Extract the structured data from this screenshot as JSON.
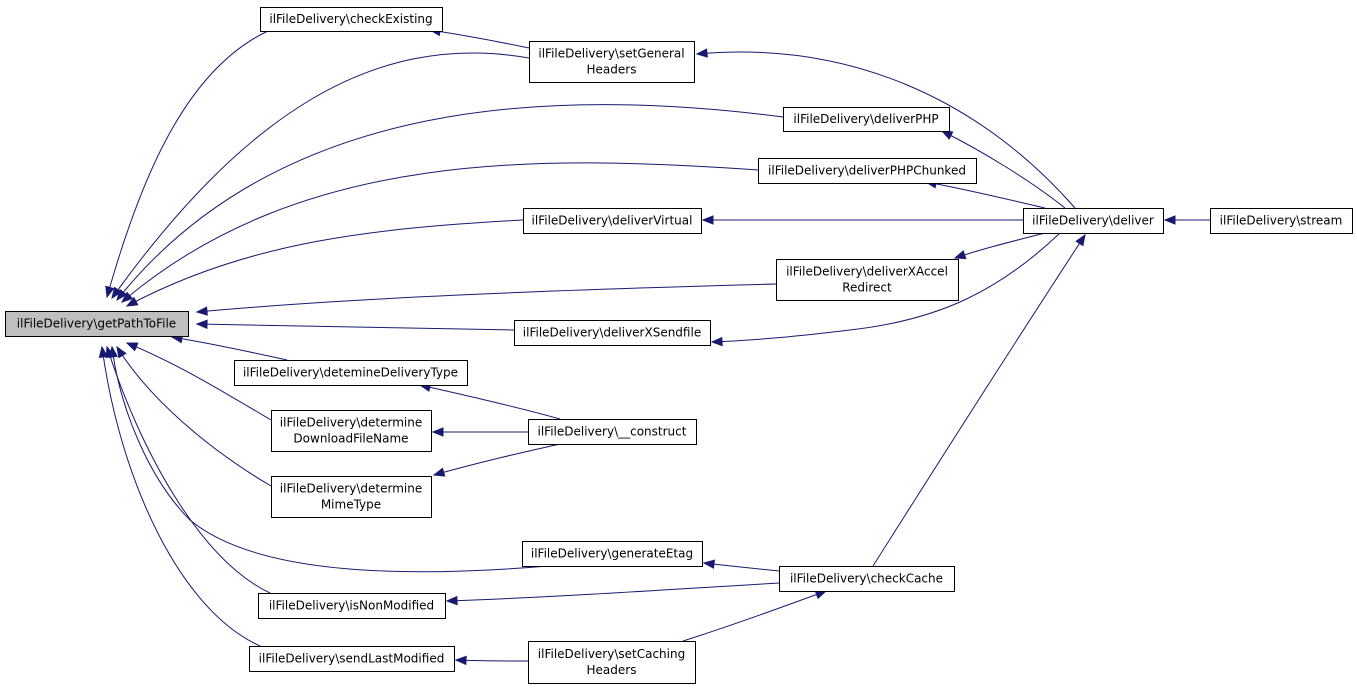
{
  "graph": {
    "nodes": {
      "getPathToFile": {
        "lines": [
          "ilFileDelivery\\getPathToFile"
        ],
        "focus": true
      },
      "checkExisting": {
        "lines": [
          "ilFileDelivery\\checkExisting"
        ]
      },
      "setGeneralHeaders": {
        "lines": [
          "ilFileDelivery\\setGeneral",
          "Headers"
        ]
      },
      "deliverPHP": {
        "lines": [
          "ilFileDelivery\\deliverPHP"
        ]
      },
      "deliverPHPChunked": {
        "lines": [
          "ilFileDelivery\\deliverPHPChunked"
        ]
      },
      "deliverVirtual": {
        "lines": [
          "ilFileDelivery\\deliverVirtual"
        ]
      },
      "deliverXAccelRedirect": {
        "lines": [
          "ilFileDelivery\\deliverXAccel",
          "Redirect"
        ]
      },
      "deliverXSendfile": {
        "lines": [
          "ilFileDelivery\\deliverXSendfile"
        ]
      },
      "detemineDeliveryType": {
        "lines": [
          "ilFileDelivery\\detemineDeliveryType"
        ]
      },
      "determineDownloadFileName": {
        "lines": [
          "ilFileDelivery\\determine",
          "DownloadFileName"
        ]
      },
      "determineMimeType": {
        "lines": [
          "ilFileDelivery\\determine",
          "MimeType"
        ]
      },
      "generateEtag": {
        "lines": [
          "ilFileDelivery\\generateEtag"
        ]
      },
      "isNonModified": {
        "lines": [
          "ilFileDelivery\\isNonModified"
        ]
      },
      "sendLastModified": {
        "lines": [
          "ilFileDelivery\\sendLastModified"
        ]
      },
      "deliver": {
        "lines": [
          "ilFileDelivery\\deliver"
        ]
      },
      "stream": {
        "lines": [
          "ilFileDelivery\\stream"
        ]
      },
      "construct": {
        "lines": [
          "ilFileDelivery\\__construct"
        ]
      },
      "checkCache": {
        "lines": [
          "ilFileDelivery\\checkCache"
        ]
      },
      "setCachingHeaders": {
        "lines": [
          "ilFileDelivery\\setCaching",
          "Headers"
        ]
      }
    },
    "edges": [
      {
        "from": "checkExisting",
        "to": "getPathToFile"
      },
      {
        "from": "setGeneralHeaders",
        "to": "getPathToFile"
      },
      {
        "from": "deliverPHP",
        "to": "getPathToFile"
      },
      {
        "from": "deliverPHPChunked",
        "to": "getPathToFile"
      },
      {
        "from": "deliverVirtual",
        "to": "getPathToFile"
      },
      {
        "from": "deliverXAccelRedirect",
        "to": "getPathToFile"
      },
      {
        "from": "deliverXSendfile",
        "to": "getPathToFile"
      },
      {
        "from": "detemineDeliveryType",
        "to": "getPathToFile"
      },
      {
        "from": "determineDownloadFileName",
        "to": "getPathToFile"
      },
      {
        "from": "determineMimeType",
        "to": "getPathToFile"
      },
      {
        "from": "generateEtag",
        "to": "getPathToFile"
      },
      {
        "from": "isNonModified",
        "to": "getPathToFile"
      },
      {
        "from": "sendLastModified",
        "to": "getPathToFile"
      },
      {
        "from": "setGeneralHeaders",
        "to": "checkExisting"
      },
      {
        "from": "deliver",
        "to": "setGeneralHeaders"
      },
      {
        "from": "deliver",
        "to": "deliverPHP"
      },
      {
        "from": "deliver",
        "to": "deliverPHPChunked"
      },
      {
        "from": "deliver",
        "to": "deliverVirtual"
      },
      {
        "from": "deliver",
        "to": "deliverXAccelRedirect"
      },
      {
        "from": "deliver",
        "to": "deliverXSendfile"
      },
      {
        "from": "stream",
        "to": "deliver"
      },
      {
        "from": "construct",
        "to": "detemineDeliveryType"
      },
      {
        "from": "construct",
        "to": "determineDownloadFileName"
      },
      {
        "from": "construct",
        "to": "determineMimeType"
      },
      {
        "from": "checkCache",
        "to": "generateEtag"
      },
      {
        "from": "checkCache",
        "to": "isNonModified"
      },
      {
        "from": "checkCache",
        "to": "deliver"
      },
      {
        "from": "setCachingHeaders",
        "to": "sendLastModified"
      },
      {
        "from": "setCachingHeaders",
        "to": "checkCache"
      }
    ]
  }
}
